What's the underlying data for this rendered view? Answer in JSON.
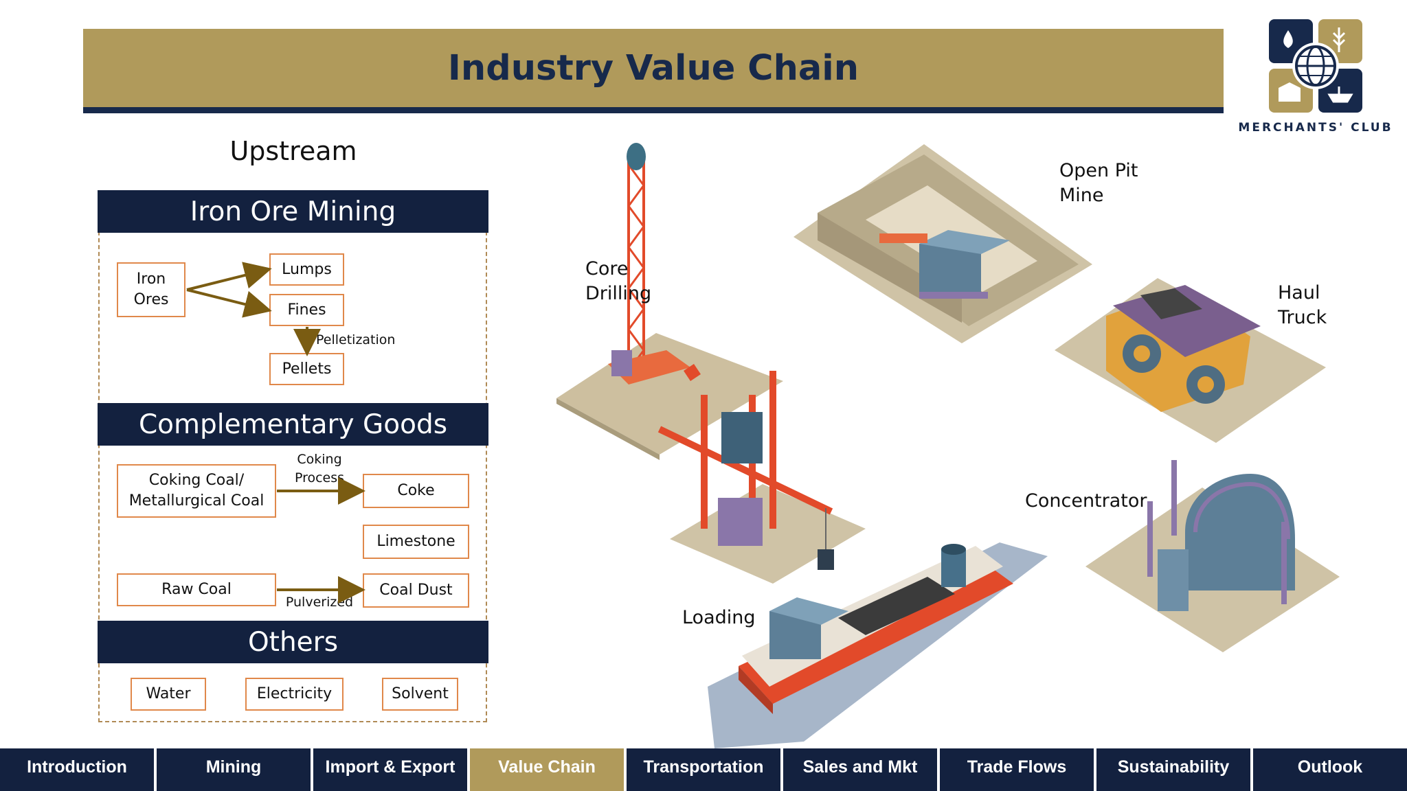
{
  "title": "Industry Value Chain",
  "logo": {
    "text": "MERCHANTS' CLUB",
    "icon": "merchants-club-globe-logo"
  },
  "upstream": {
    "heading": "Upstream",
    "iron_ore_mining": {
      "title": "Iron Ore Mining",
      "iron_ores": "Iron\nOres",
      "lumps": "Lumps",
      "fines": "Fines",
      "pelletization": "Pelletization",
      "pellets": "Pellets"
    },
    "complementary_goods": {
      "title": "Complementary Goods",
      "coking_coal": "Coking Coal/\nMetallurgical Coal",
      "coking_process": "Coking\nProcess",
      "coke": "Coke",
      "limestone": "Limestone",
      "raw_coal": "Raw Coal",
      "pulverized": "Pulverized",
      "coal_dust": "Coal Dust"
    },
    "others": {
      "title": "Others",
      "water": "Water",
      "electricity": "Electricity",
      "solvent": "Solvent"
    }
  },
  "illustrations": {
    "core_drilling": "Core\nDrilling",
    "open_pit_mine": "Open Pit\nMine",
    "haul_truck": "Haul\nTruck",
    "concentrator": "Concentrator",
    "loading": "Loading"
  },
  "nav": {
    "tabs": [
      "Introduction",
      "Mining",
      "Import & Export",
      "Value Chain",
      "Transportation",
      "Sales and Mkt",
      "Trade Flows",
      "Sustainability",
      "Outlook"
    ],
    "active": "Value Chain"
  },
  "colors": {
    "navy": "#13213f",
    "gold": "#b09a5b",
    "box_border": "#e0884a",
    "arrow": "#7a5c12"
  }
}
